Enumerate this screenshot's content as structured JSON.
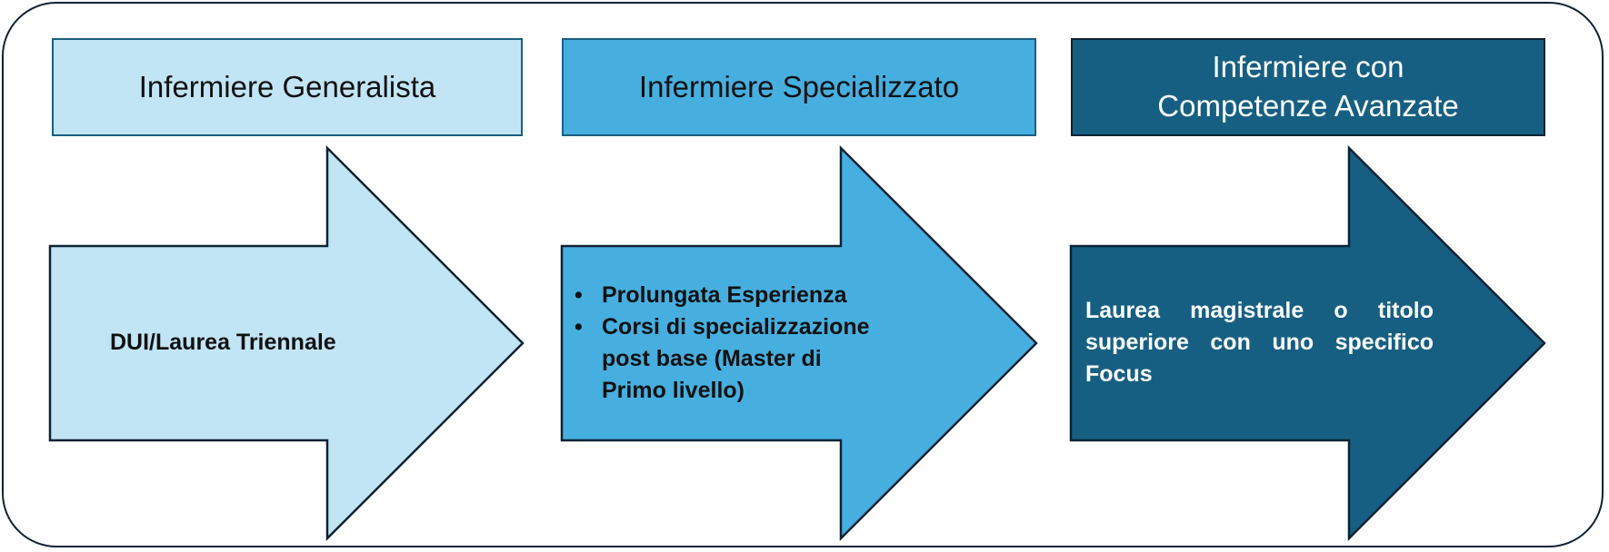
{
  "stages": [
    {
      "title": "Infermiere Generalista",
      "arrow_text": "DUI/Laurea Triennale",
      "fill": "#c2e5f5",
      "text_color": "#111111"
    },
    {
      "title": "Infermiere Specializzato",
      "arrow_bullets": [
        "Prolungata Esperienza",
        "Corsi di specializzazione post base (Master di Primo livello)"
      ],
      "bullet_symbol": "•",
      "fill": "#46afe0",
      "text_color": "#111111"
    },
    {
      "title_lines": [
        "Infermiere con",
        "Competenze Avanzate"
      ],
      "arrow_text": "Laurea magistrale o titolo superiore con uno specifico Focus",
      "fill": "#165f82",
      "text_color": "#ffffff"
    }
  ],
  "colors": {
    "outline": "#0d2233",
    "frame_border": "#0d2233"
  }
}
